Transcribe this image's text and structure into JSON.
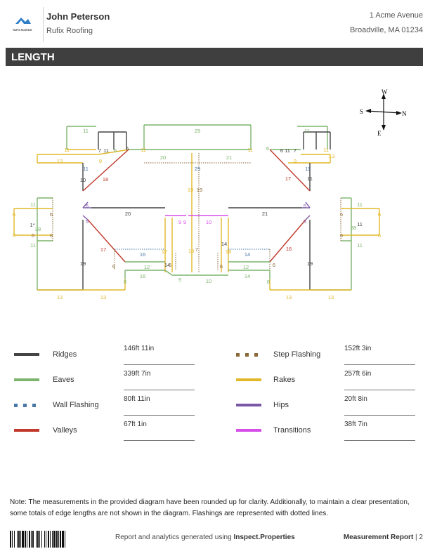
{
  "header": {
    "name": "John Peterson",
    "company": "Rufix Roofing",
    "address_line1": "1 Acme Avenue",
    "address_line2": "Broadville,  MA 01234",
    "logo_text": "RUFIX ROOFING"
  },
  "section_title": "LENGTH",
  "compass": {
    "w": "W",
    "s": "S",
    "n": "N",
    "e": "E"
  },
  "colors": {
    "ridges": "#444444",
    "eaves": "#7cb46b",
    "wall_flashing": "#4a78a8",
    "valleys": "#c0392b",
    "step_flashing": "#8a6a3a",
    "rakes": "#e0b82a",
    "hips": "#7b57a8",
    "transitions": "#d64fe8"
  },
  "diagram_labels": [
    {
      "t": "11",
      "c": "eaves"
    },
    {
      "t": "29",
      "c": "eaves"
    },
    {
      "t": "11",
      "c": "eaves"
    },
    {
      "t": "11",
      "c": "rakes"
    },
    {
      "t": "7",
      "c": "ridges"
    },
    {
      "t": "11",
      "c": "ridges"
    },
    {
      "t": "6",
      "c": "ridges"
    },
    {
      "t": "6",
      "c": "eaves"
    },
    {
      "t": "11",
      "c": "rakes"
    },
    {
      "t": "20",
      "c": "eaves"
    },
    {
      "t": "21",
      "c": "eaves"
    },
    {
      "t": "11",
      "c": "rakes"
    },
    {
      "t": "6",
      "c": "eaves"
    },
    {
      "t": "6",
      "c": "ridges"
    },
    {
      "t": "11",
      "c": "ridges"
    },
    {
      "t": "7",
      "c": "ridges"
    },
    {
      "t": "11",
      "c": "rakes"
    },
    {
      "t": "13",
      "c": "rakes"
    },
    {
      "t": "9",
      "c": "rakes"
    },
    {
      "t": "9",
      "c": "rakes"
    },
    {
      "t": "13",
      "c": "rakes"
    },
    {
      "t": "29",
      "c": "wall_flashing"
    },
    {
      "t": "11",
      "c": "wall_flashing"
    },
    {
      "t": "11",
      "c": "wall_flashing"
    },
    {
      "t": "10",
      "c": "ridges"
    },
    {
      "t": "11",
      "c": "ridges"
    },
    {
      "t": "18",
      "c": "valleys"
    },
    {
      "t": "17",
      "c": "valleys"
    },
    {
      "t": "19",
      "c": "rakes"
    },
    {
      "t": "19",
      "c": "step_flashing"
    },
    {
      "t": "5",
      "c": "hips"
    },
    {
      "t": "20",
      "c": "ridges"
    },
    {
      "t": "21",
      "c": "ridges"
    },
    {
      "t": "5",
      "c": "hips"
    },
    {
      "t": "5",
      "c": "hips"
    },
    {
      "t": "5",
      "c": "hips"
    },
    {
      "t": "11",
      "c": "eaves"
    },
    {
      "t": "6",
      "c": "step_flashing"
    },
    {
      "t": "6",
      "c": "rakes"
    },
    {
      "t": "6",
      "c": "step_flashing"
    },
    {
      "t": "1*",
      "c": "ridges"
    },
    {
      "t": "38",
      "c": "eaves"
    },
    {
      "t": "6",
      "c": "rakes"
    },
    {
      "t": "6",
      "c": "step_flashing"
    },
    {
      "t": "11",
      "c": "eaves"
    },
    {
      "t": "9",
      "c": "transitions"
    },
    {
      "t": "9",
      "c": "transitions"
    },
    {
      "t": "10",
      "c": "transitions"
    },
    {
      "t": "11",
      "c": "eaves"
    },
    {
      "t": "6",
      "c": "step_flashing"
    },
    {
      "t": "6",
      "c": "rakes"
    },
    {
      "t": "38",
      "c": "eaves"
    },
    {
      "t": "11",
      "c": "ridges"
    },
    {
      "t": "6",
      "c": "step_flashing"
    },
    {
      "t": "6",
      "c": "rakes"
    },
    {
      "t": "11",
      "c": "eaves"
    },
    {
      "t": "17",
      "c": "valleys"
    },
    {
      "t": "16",
      "c": "wall_flashing"
    },
    {
      "t": "14",
      "c": "ridges"
    },
    {
      "t": "17",
      "c": "rakes"
    },
    {
      "t": "18",
      "c": "rakes"
    },
    {
      "t": "7",
      "c": "step_flashing"
    },
    {
      "t": "14",
      "c": "ridges"
    },
    {
      "t": "18",
      "c": "rakes"
    },
    {
      "t": "14",
      "c": "wall_flashing"
    },
    {
      "t": "16",
      "c": "valleys"
    },
    {
      "t": "19",
      "c": "ridges"
    },
    {
      "t": "19",
      "c": "ridges"
    },
    {
      "t": "6",
      "c": "step_flashing"
    },
    {
      "t": "12",
      "c": "eaves"
    },
    {
      "t": "6",
      "c": "step_flashing"
    },
    {
      "t": "6",
      "c": "step_flashing"
    },
    {
      "t": "12",
      "c": "eaves"
    },
    {
      "t": "6",
      "c": "step_flashing"
    },
    {
      "t": "16",
      "c": "eaves"
    },
    {
      "t": "9",
      "c": "eaves"
    },
    {
      "t": "10",
      "c": "eaves"
    },
    {
      "t": "14",
      "c": "eaves"
    },
    {
      "t": "8",
      "c": "eaves"
    },
    {
      "t": "8",
      "c": "eaves"
    },
    {
      "t": "13",
      "c": "rakes"
    },
    {
      "t": "13",
      "c": "rakes"
    },
    {
      "t": "13",
      "c": "rakes"
    },
    {
      "t": "13",
      "c": "rakes"
    }
  ],
  "legend": [
    {
      "label": "Ridges",
      "value": "146ft 11in",
      "color": "ridges",
      "style": "solid"
    },
    {
      "label": "Eaves",
      "value": "339ft 7in",
      "color": "eaves",
      "style": "solid"
    },
    {
      "label": "Wall Flashing",
      "value": "80ft 11in",
      "color": "wall_flashing",
      "style": "dotted"
    },
    {
      "label": "Valleys",
      "value": "67ft 1in",
      "color": "valleys",
      "style": "solid"
    },
    {
      "label": "Step Flashing",
      "value": "152ft 3in",
      "color": "step_flashing",
      "style": "dotted"
    },
    {
      "label": "Rakes",
      "value": "257ft 6in",
      "color": "rakes",
      "style": "solid"
    },
    {
      "label": "Hips",
      "value": "20ft 8in",
      "color": "hips",
      "style": "solid"
    },
    {
      "label": "Transitions",
      "value": "38ft 7in",
      "color": "transitions",
      "style": "solid"
    }
  ],
  "note": "Note: The measurements in the provided diagram have been rounded up for clarity. Additionally, to maintain a clear presentation, some totals of edge lengths are not shown in the diagram. Flashings are represented with dotted lines.",
  "footer": {
    "generated_prefix": "Report and analytics generated using ",
    "generated_brand": "Inspect.Properties",
    "report_title": "Measurement Report",
    "page": " | 2"
  }
}
